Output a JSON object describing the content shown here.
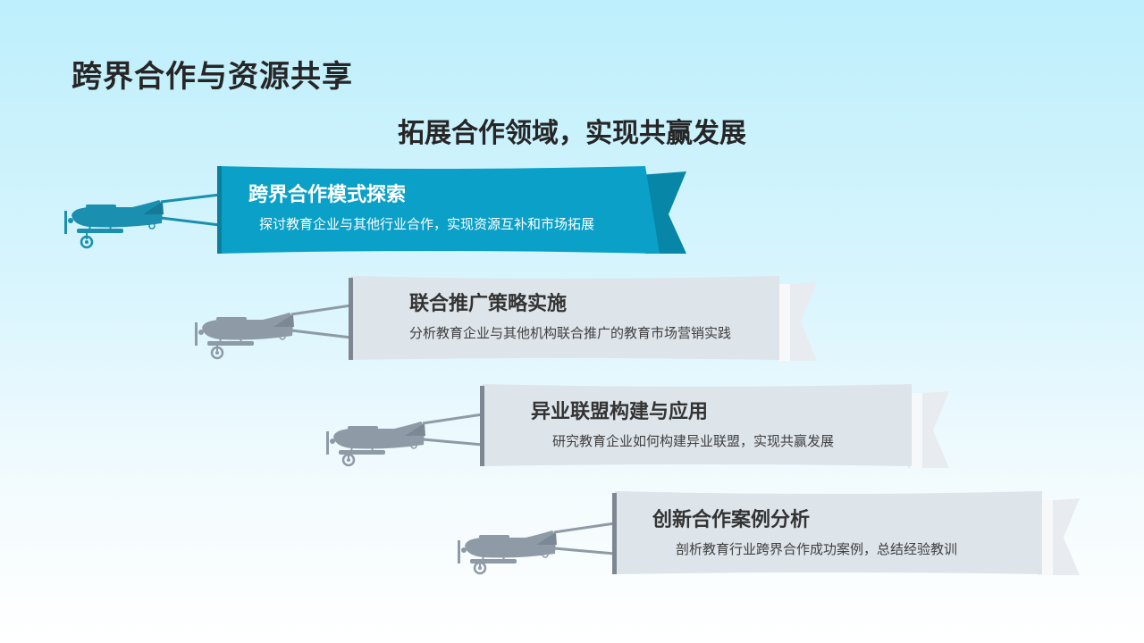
{
  "slide": {
    "title": "跨界合作与资源共享",
    "subtitle": "拓展合作领域，实现共赢发展"
  },
  "items": [
    {
      "title": "跨界合作模式探索",
      "desc": "探讨教育企业与其他行业合作，实现资源互补和市场拓展"
    },
    {
      "title": "联合推广策略实施",
      "desc": "分析教育企业与其他机构联合推广的教育市场营销实践"
    },
    {
      "title": "异业联盟构建与应用",
      "desc": "研究教育企业如何构建异业联盟，实现共赢发展"
    },
    {
      "title": "创新合作案例分析",
      "desc": "剖析教育行业跨界合作成功案例，总结经验教训"
    }
  ],
  "colors": {
    "active_banner": "#0aa0c8",
    "active_banner_dark": "#0786a8",
    "active_plane": "#1a8fb0",
    "inactive_banner": "#dde4ea",
    "inactive_banner_back": "#e8ecf0",
    "inactive_plane": "#8f9aa7"
  }
}
